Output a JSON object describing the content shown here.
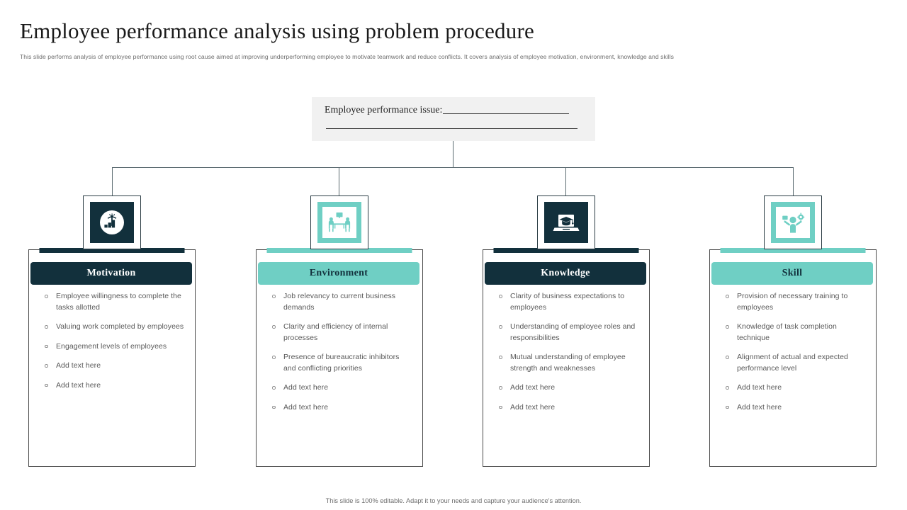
{
  "header": {
    "title": "Employee performance analysis using problem  procedure",
    "subtitle": "This slide performs analysis of employee performance using root cause aimed at improving underperforming employee to motivate teamwork and reduce conflicts. It covers analysis of employee motivation, environment, knowledge and skills"
  },
  "root": {
    "label": "Employee  performance  issue:"
  },
  "colors": {
    "dark_navy": "#12303c",
    "teal": "#6fcfc4",
    "panel_gray": "#f1f1f1",
    "connector": "#5a6a70",
    "body_text": "#595959"
  },
  "branches": [
    {
      "title": "Motivation",
      "theme": "dark",
      "icon": "person-on-bar-chart-icon",
      "items": [
        "Employee willingness to complete the tasks allotted",
        "Valuing work completed by employees",
        "Engagement levels of employees",
        "Add text here",
        "Add text here"
      ]
    },
    {
      "title": "Environment",
      "theme": "teal",
      "icon": "meeting-table-icon",
      "items": [
        "Job relevancy to current business demands",
        "Clarity and efficiency of internal processes",
        "Presence of bureaucratic inhibitors and conflicting priorities",
        "Add text here",
        "Add text here"
      ]
    },
    {
      "title": "Knowledge",
      "theme": "dark",
      "icon": "laptop-graduation-cap-icon",
      "items": [
        "Clarity of business expectations to employees",
        "Understanding of employee roles and responsibilities",
        "Mutual understanding of employee strength and weaknesses",
        "Add text here",
        "Add text here"
      ]
    },
    {
      "title": "Skill",
      "theme": "teal",
      "icon": "person-with-skills-icon",
      "items": [
        "Provision of necessary training to employees",
        "Knowledge of task completion technique",
        "Alignment of actual and expected performance  level",
        "Add text here",
        "Add text here"
      ]
    }
  ],
  "footer": {
    "note": "This slide is 100% editable. Adapt it to your needs and capture your audience's attention."
  }
}
